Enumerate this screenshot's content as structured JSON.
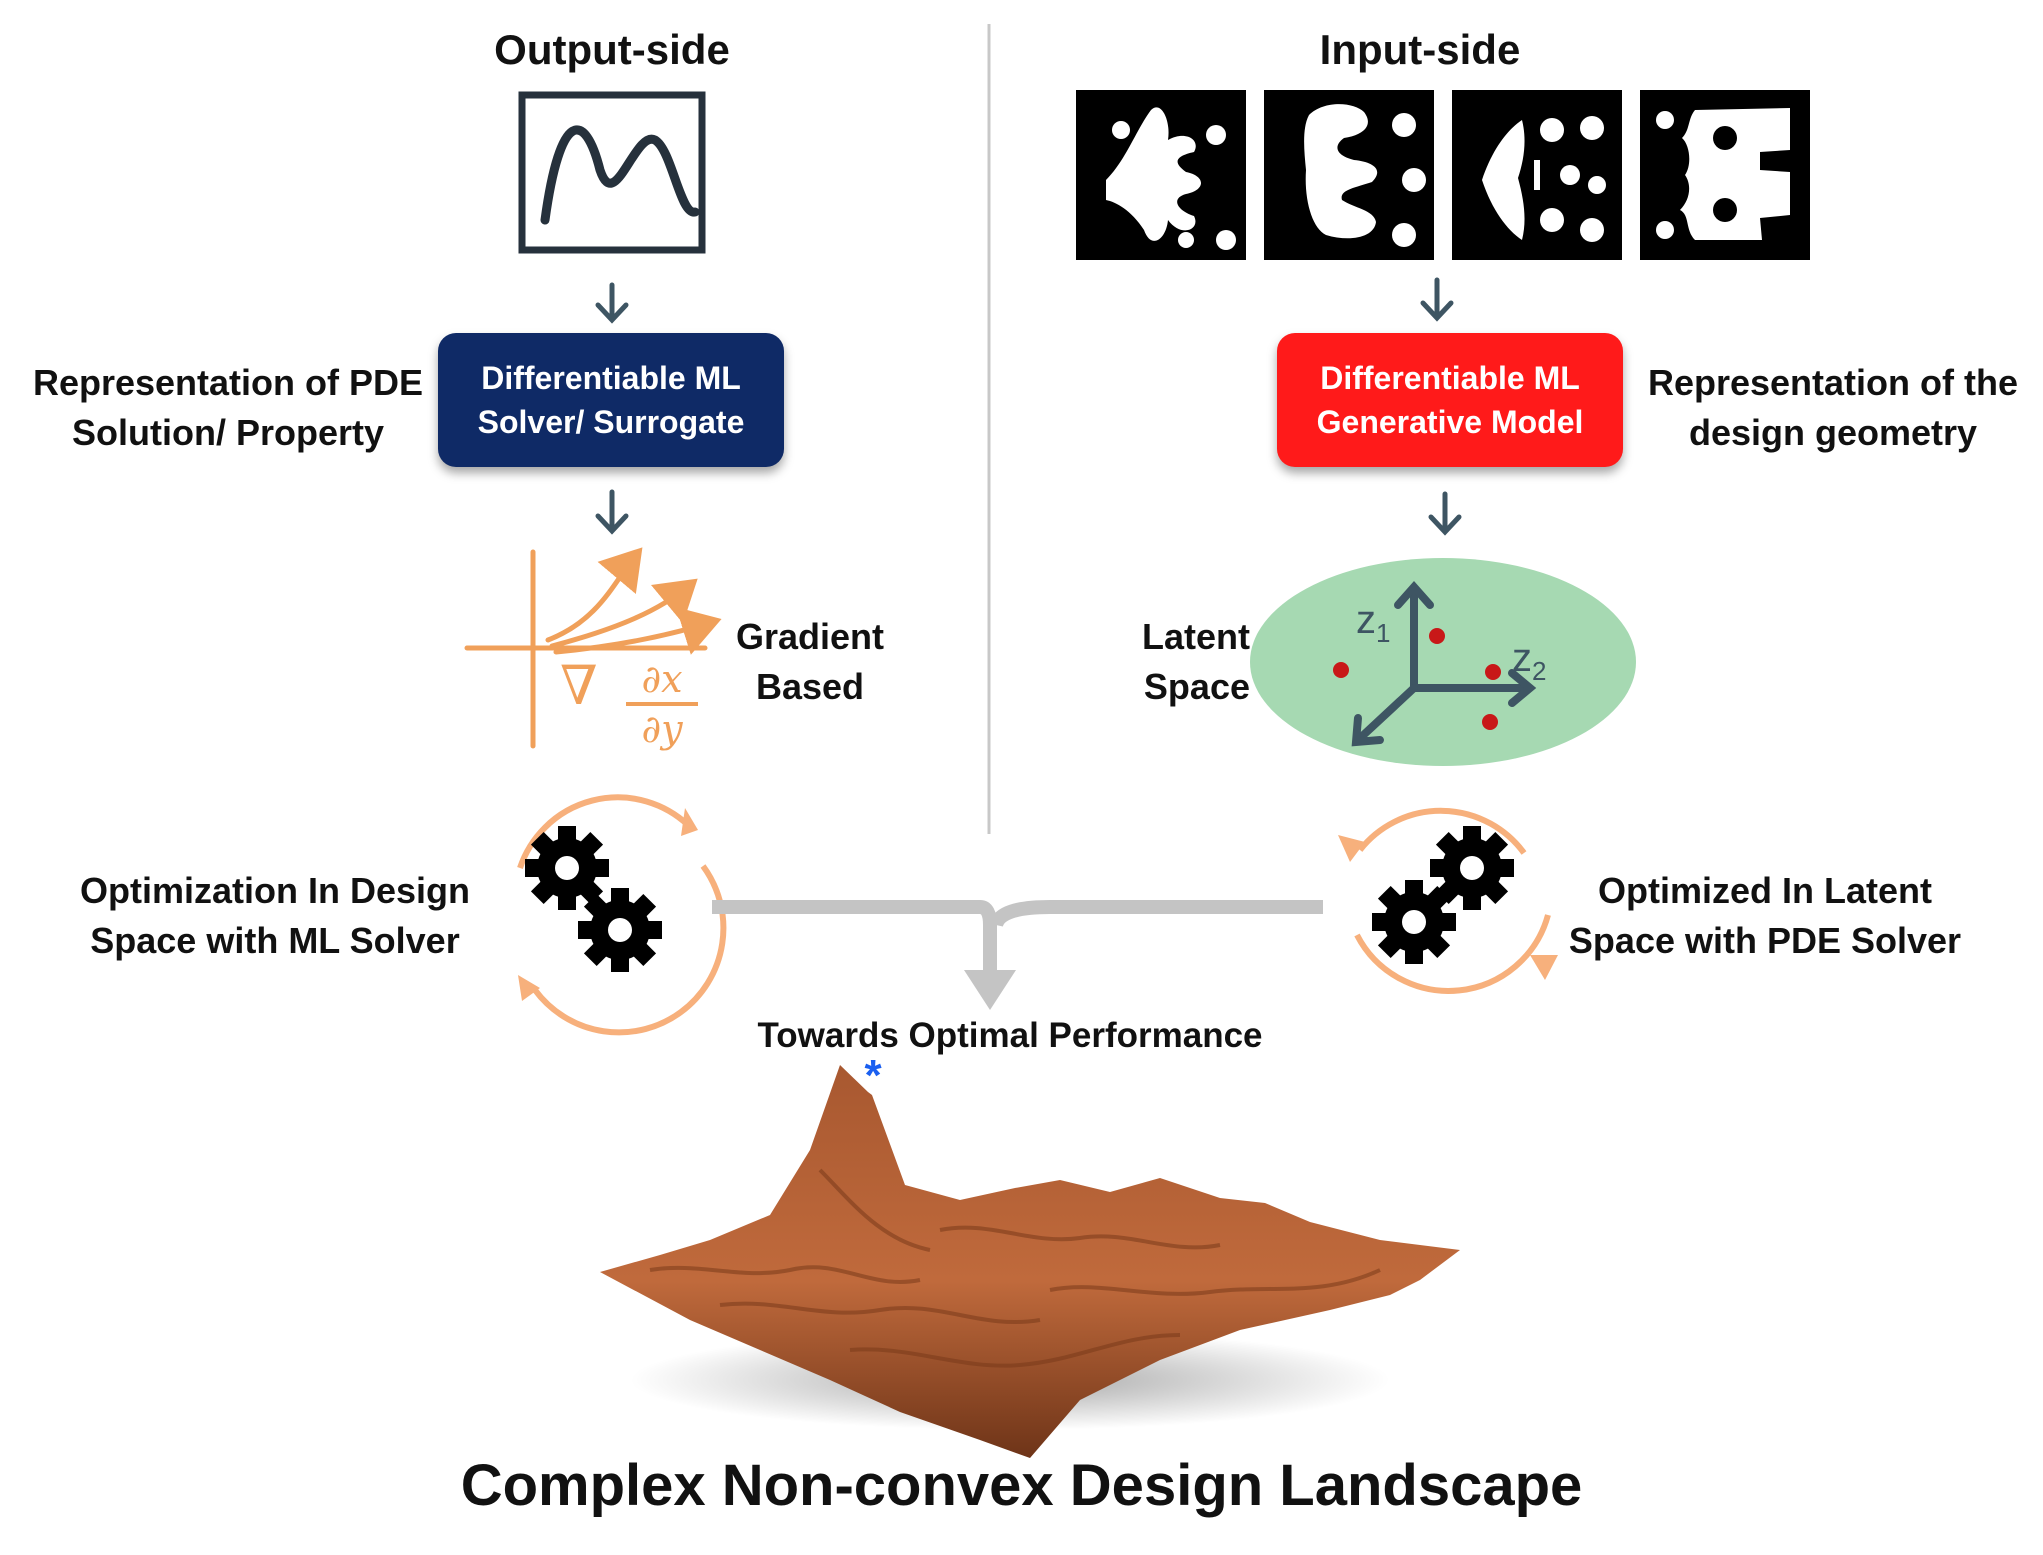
{
  "left": {
    "heading": "Output-side",
    "solver_box": {
      "line1": "Differentiable ML",
      "line2": "Solver/ Surrogate",
      "color": "#0f2a66"
    },
    "representation_label": {
      "line1": "Representation of PDE",
      "line2": "Solution/ Property"
    },
    "gradient_label": {
      "line1": "Gradient",
      "line2": "Based"
    },
    "gradient_formula": {
      "nabla": "∇",
      "numerator": "∂x",
      "denominator": "∂y"
    },
    "optimization_label": {
      "line1": "Optimization In Design",
      "line2": "Space with ML Solver"
    },
    "icons": [
      "signal-plot-icon",
      "gradient-curves-icon",
      "gears-cycle-icon"
    ]
  },
  "right": {
    "heading": "Input-side",
    "generative_box": {
      "line1": "Differentiable ML",
      "line2": "Generative Model",
      "color": "#ff1a1a"
    },
    "representation_label": {
      "line1": "Representation of the",
      "line2": "design geometry"
    },
    "latent_label": {
      "line1": "Latent",
      "line2": "Space"
    },
    "latent_axes": {
      "z1": "z",
      "z1_sub": "1",
      "z2": "z",
      "z2_sub": "2"
    },
    "optimization_label": {
      "line1": "Optimized In Latent",
      "line2": "Space with PDE Solver"
    },
    "icons": [
      "design-geometry-pattern-icon",
      "latent-space-icon",
      "gears-cycle-icon"
    ]
  },
  "center": {
    "towards_label": "Towards Optimal Performance",
    "optimum_marker": "*",
    "title": "Complex Non-convex Design Landscape"
  },
  "colors": {
    "orange": "#f0a05a",
    "arrow": "#3e5563",
    "connector": "#c4c4c4",
    "latent_fill": "#a6d9b2",
    "latent_dot": "#c81818",
    "landscape": "#b5643a",
    "marker": "#1a5ff0"
  }
}
